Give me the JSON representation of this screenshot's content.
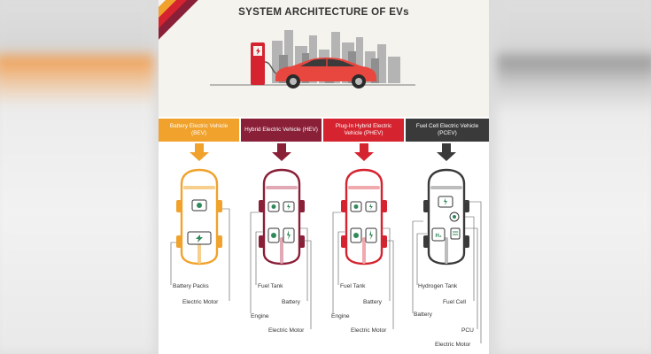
{
  "title": "SYSTEM ARCHITECTURE OF EVs",
  "colors": {
    "bev": "#f0a22c",
    "hev": "#8a1f38",
    "phev": "#d5232f",
    "pcev": "#3a3a3a",
    "car": "#e8473f",
    "component": "#2f8a5a"
  },
  "icons": {
    "charger": "ev-charger-icon",
    "battery": "battery-icon",
    "motor": "electric-motor-icon",
    "engine": "engine-icon",
    "hydrogen": "h2-tank-icon",
    "fuel_cell": "fuel-cell-icon"
  },
  "categories": [
    {
      "label": "Battery Electric Vehicle (BEV)"
    },
    {
      "label": "Hybrid Electric Vehicle (HEV)"
    },
    {
      "label": "Plug-In Hybrid Electric Vehicle (PHEV)"
    },
    {
      "label": "Fuel Cell Electric Vehicle (PCEV)"
    }
  ],
  "labels": {
    "bev": [
      "Battery Packs",
      "Electric Motor"
    ],
    "hev": [
      "Fuel Tank",
      "Battery",
      "Engine",
      "Electric Motor"
    ],
    "phev": [
      "Fuel Tank",
      "Battery",
      "Engine",
      "Electric Motor"
    ],
    "pcev": [
      "Hydrogen Tank",
      "Fuel Cell",
      "Battery",
      "PCU",
      "Electric Motor"
    ]
  }
}
